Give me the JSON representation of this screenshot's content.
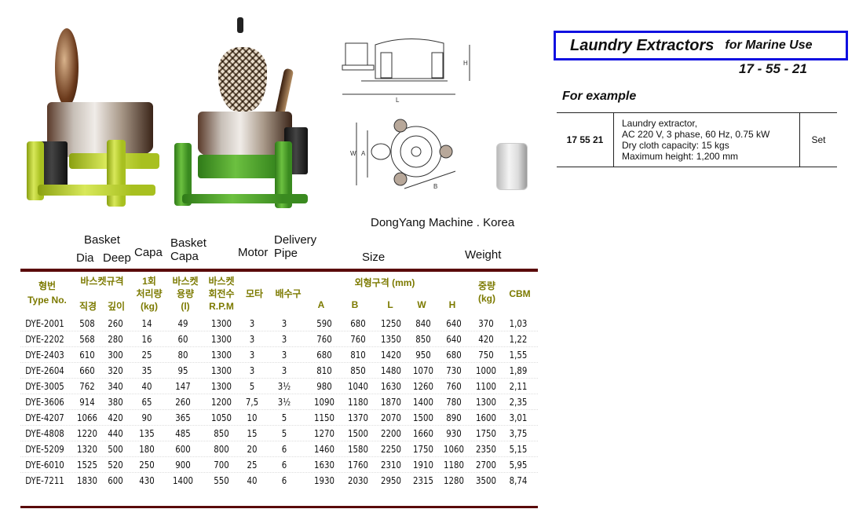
{
  "header": {
    "title": "Laundry Extractors",
    "subtitle": "for Marine Use",
    "code": "17 - 55 - 21",
    "for_example_label": "For example",
    "border_color": "#1010e0"
  },
  "example": {
    "code": "17 55 21",
    "description": [
      "Laundry extractor,",
      "AC 220 V, 3 phase, 60 Hz, 0.75 kW",
      "Dry cloth capacity:  15 kgs",
      "Maximum height:  1,200 mm"
    ],
    "unit": "Set"
  },
  "caption": "DongYang Machine . Korea",
  "diagram": {
    "labels": [
      "H",
      "L",
      "W",
      "A",
      "B"
    ]
  },
  "english_headers": {
    "basket": "Basket",
    "dia": "Dia",
    "deep": "Deep",
    "capa": "Capa",
    "basket_capa_1": "Basket",
    "basket_capa_2": "Capa",
    "motor": "Motor",
    "delivery_1": "Delivery",
    "delivery_2": "Pipe",
    "size": "Size",
    "weight": "Weight"
  },
  "korean_headers": {
    "type_ko": "형번",
    "type_en": "Type No.",
    "basket_spec": "바스켓규격",
    "dia_ko": "직경",
    "deep_ko": "깊이",
    "capa_1": "1회",
    "capa_2": "처리량",
    "capa_3": "(kg)",
    "bcapa_1": "바스켓",
    "bcapa_2": "용량",
    "bcapa_3": "(l)",
    "rpm_1": "바스켓",
    "rpm_2": "회전수",
    "rpm_3": "R.P.M",
    "motor": "모타",
    "pipe": "배수구",
    "size": "외형구격 (mm)",
    "a": "A",
    "b": "B",
    "l": "L",
    "w": "W",
    "h": "H",
    "weight_1": "중량",
    "weight_2": "(kg)",
    "cbm": "CBM",
    "color": "#7c7a00"
  },
  "table": {
    "rule_color": "#5a0a0a",
    "rows": [
      [
        "DYE-2001",
        "508",
        "260",
        "14",
        "49",
        "1300",
        "3",
        "3",
        "590",
        "680",
        "1250",
        "840",
        "640",
        "370",
        "1,03"
      ],
      [
        "DYE-2202",
        "568",
        "280",
        "16",
        "60",
        "1300",
        "3",
        "3",
        "760",
        "760",
        "1350",
        "850",
        "640",
        "420",
        "1,22"
      ],
      [
        "DYE-2403",
        "610",
        "300",
        "25",
        "80",
        "1300",
        "3",
        "3",
        "680",
        "810",
        "1420",
        "950",
        "680",
        "750",
        "1,55"
      ],
      [
        "DYE-2604",
        "660",
        "320",
        "35",
        "95",
        "1300",
        "3",
        "3",
        "810",
        "850",
        "1480",
        "1070",
        "730",
        "1000",
        "1,89"
      ],
      [
        "DYE-3005",
        "762",
        "340",
        "40",
        "147",
        "1300",
        "5",
        "3½",
        "980",
        "1040",
        "1630",
        "1260",
        "760",
        "1100",
        "2,11"
      ],
      [
        "DYE-3606",
        "914",
        "380",
        "65",
        "260",
        "1200",
        "7,5",
        "3½",
        "1090",
        "1180",
        "1870",
        "1400",
        "780",
        "1300",
        "2,35"
      ],
      [
        "DYE-4207",
        "1066",
        "420",
        "90",
        "365",
        "1050",
        "10",
        "5",
        "1150",
        "1370",
        "2070",
        "1500",
        "890",
        "1600",
        "3,01"
      ],
      [
        "DYE-4808",
        "1220",
        "440",
        "135",
        "485",
        "850",
        "15",
        "5",
        "1270",
        "1500",
        "2200",
        "1660",
        "930",
        "1750",
        "3,75"
      ],
      [
        "DYE-5209",
        "1320",
        "500",
        "180",
        "600",
        "800",
        "20",
        "6",
        "1460",
        "1580",
        "2250",
        "1750",
        "1060",
        "2350",
        "5,15"
      ],
      [
        "DYE-6010",
        "1525",
        "520",
        "250",
        "900",
        "700",
        "25",
        "6",
        "1630",
        "1760",
        "2310",
        "1910",
        "1180",
        "2700",
        "5,95"
      ],
      [
        "DYE-7211",
        "1830",
        "600",
        "430",
        "1400",
        "550",
        "40",
        "6",
        "1930",
        "2030",
        "2950",
        "2315",
        "1280",
        "3500",
        "8,74"
      ]
    ]
  }
}
